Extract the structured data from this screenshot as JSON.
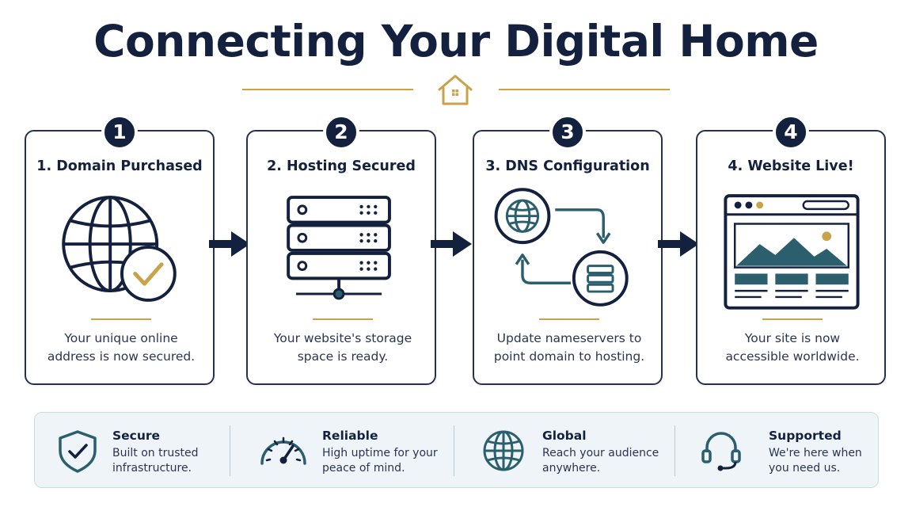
{
  "header": {
    "title": "Connecting Your Digital Home"
  },
  "steps": [
    {
      "number": "1",
      "heading": "1. Domain Purchased",
      "desc_lines": [
        "Your unique online",
        "address is now secured."
      ]
    },
    {
      "number": "2",
      "heading": "2. Hosting Secured",
      "desc_lines": [
        "Your website's storage",
        "space is ready."
      ]
    },
    {
      "number": "3",
      "heading": "3. DNS Configuration",
      "desc_lines": [
        "Update nameservers to",
        "point domain to hosting."
      ]
    },
    {
      "number": "4",
      "heading": "4. Website Live!",
      "desc_lines": [
        "Your site is now",
        "accessible worldwide."
      ]
    }
  ],
  "benefits": [
    {
      "title": "Secure",
      "text_lines": [
        "Built on trusted",
        "infrastructure."
      ]
    },
    {
      "title": "Reliable",
      "text_lines": [
        "High uptime for your",
        "peace of mind."
      ]
    },
    {
      "title": "Global",
      "text_lines": [
        "Reach your audience",
        "anywhere."
      ]
    },
    {
      "title": "Supported",
      "text_lines": [
        "We're here when",
        "you need us."
      ]
    }
  ],
  "icons": {
    "house": "house-icon",
    "step1": "globe-check-icon",
    "step2": "server-rack-icon",
    "step3": "dns-sync-icon",
    "step4": "browser-window-icon",
    "arrow": "arrow-right-icon",
    "benefit1": "shield-check-icon",
    "benefit2": "speedometer-icon",
    "benefit3": "globe-icon",
    "benefit4": "headset-icon"
  },
  "colors": {
    "navy": "#13213f",
    "gold": "#c9a24a",
    "teal": "#2c5f6e",
    "panel_bg": "#eef4f8"
  }
}
